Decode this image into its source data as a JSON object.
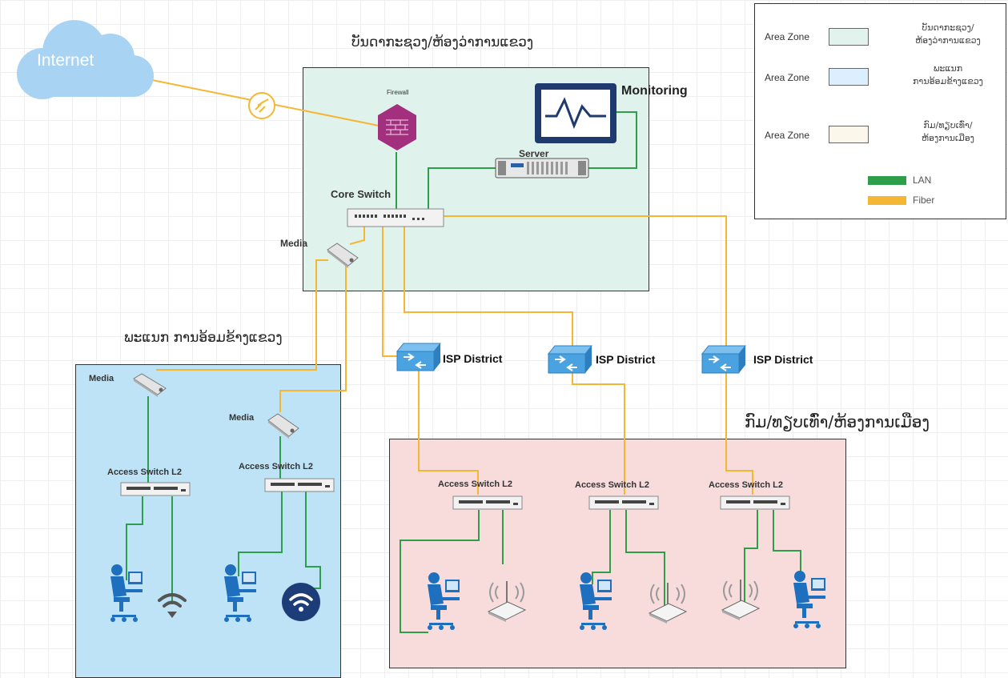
{
  "internet": {
    "label": "Internet"
  },
  "zones": {
    "province": {
      "title": "ບັນດາກະຊວງ/ຫ້ອງວ່າການແຂວງ"
    },
    "department": {
      "title": "ພະແນກ ການອ້ອມຂ້າງແຂວງ"
    },
    "district": {
      "title": "ກົມ/ທຽບເທົ່າ/ຫ້ອງການເມືອງ"
    }
  },
  "devices": {
    "firewall": "Firewall",
    "monitoring": "Monitoring",
    "server": "Server",
    "core_switch": "Core Switch",
    "media_core": "Media",
    "media_1": "Media",
    "media_2": "Media",
    "access_switch": "Access Switch L2",
    "isp_district": "ISP District"
  },
  "legend": {
    "area_zone": "Area Zone",
    "zone1_text": [
      "ບັນດາກະຊວງ/",
      "ຫ້ອງວ່າການແຂວງ"
    ],
    "zone2_text": [
      "ພະແນກ",
      "ການອ້ອມຂ້າງແຂວງ"
    ],
    "zone3_text": [
      "ກົມ/ທຽບເທົ່າ/",
      "ຫ້ອງການເມືອງ"
    ],
    "lan": "LAN",
    "fiber": "Fiber",
    "colors": {
      "zone1": "#e1f3ec",
      "zone2": "#dcefff",
      "zone3": "#fbf7ea",
      "lan": "#2f9e4b",
      "fiber": "#f5b733"
    }
  },
  "colors": {
    "province_zone": "#dff2ec",
    "department_zone": "#bfe3f6",
    "district_zone": "#f8dcdc",
    "lan": "#2f9e4b",
    "fiber": "#f5b733",
    "cloud": "#a9d3f3",
    "firewall": "#a3307e",
    "isp_switch": "#4aa3e0"
  }
}
